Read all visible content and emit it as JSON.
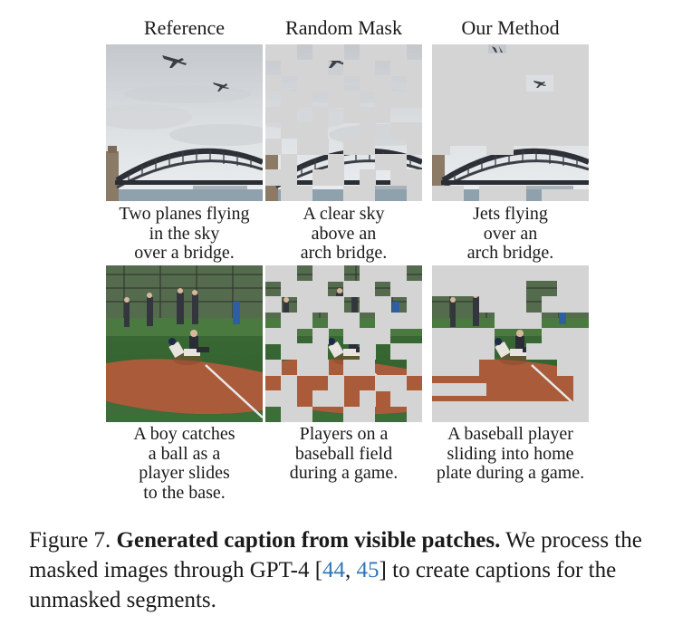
{
  "columns": [
    "Reference",
    "Random Mask",
    "Our Method"
  ],
  "rows": [
    {
      "scene": "bridge",
      "captions": [
        [
          "Two planes flying",
          "in the sky",
          "over a bridge."
        ],
        [
          "A clear sky",
          "above an",
          "arch bridge."
        ],
        [
          "Jets flying",
          "over an",
          "arch bridge."
        ]
      ]
    },
    {
      "scene": "baseball",
      "captions": [
        [
          "A boy catches",
          "a ball as a",
          "player slides",
          "to the base."
        ],
        [
          "Players on a",
          "baseball field",
          "during a game."
        ],
        [
          "A baseball player",
          "sliding into home",
          "plate during a game."
        ]
      ]
    }
  ],
  "figure_caption": {
    "label": "Figure 7.",
    "bold": "Generated caption from visible patches.",
    "text_before": "We process the masked images through GPT-4 [",
    "ref1": "44",
    "sep": ", ",
    "ref2": "45",
    "text_after": "] to create captions for the unmasked segments."
  },
  "colors": {
    "mask": "#d4d4d4",
    "citation": "#2e76b9"
  }
}
